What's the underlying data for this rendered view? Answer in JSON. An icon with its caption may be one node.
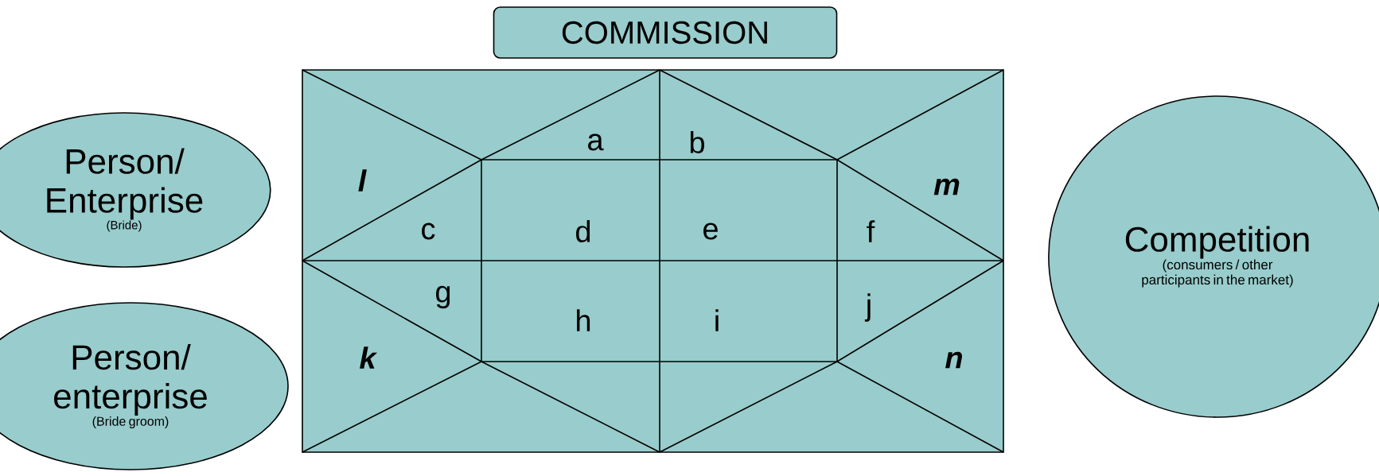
{
  "diagram": {
    "nodes": [
      {
        "text": [
          "COMMISSION"
        ]
      },
      {
        "text": [
          "Person/ Enterprise",
          "(Bride)"
        ]
      },
      {
        "text": [
          "Person/ enterprise",
          "(Bride groom)"
        ]
      },
      {
        "text": [
          "Competition",
          "(consumers / other participants in the market)"
        ]
      }
    ],
    "labels": [
      "a",
      "b",
      "l",
      "m",
      "c",
      "d",
      "e",
      "f",
      "g",
      "j",
      "h",
      "i",
      "k",
      "n"
    ]
  }
}
